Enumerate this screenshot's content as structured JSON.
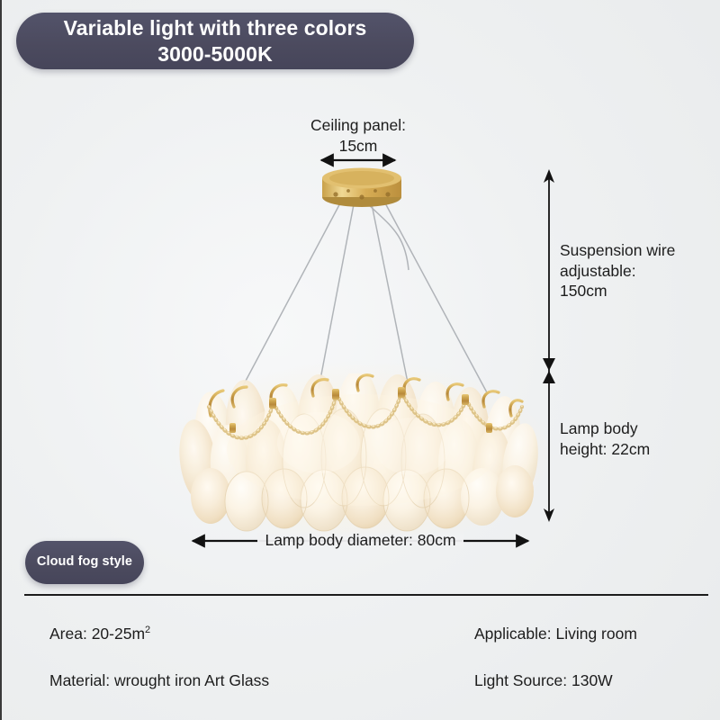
{
  "header": {
    "title_line1": "Variable light with three colors",
    "title_line2": "3000-5000K"
  },
  "style_badge": {
    "label": "Cloud fog style"
  },
  "annotations": {
    "ceiling_panel": "Ceiling panel:\n15cm",
    "suspension_wire": "Suspension wire\nadjustable:\n150cm",
    "lamp_body_height": "Lamp body\nheight: 22cm",
    "lamp_body_diameter": "Lamp body diameter:  80cm"
  },
  "specs": [
    {
      "label": "Area: 20-25m",
      "sup": "2"
    },
    {
      "label": "Applicable: Living room",
      "sup": ""
    },
    {
      "label": "Material: wrought iron Art Glass",
      "sup": ""
    },
    {
      "label": "Light Source: 130W",
      "sup": ""
    }
  ],
  "spec_cells": {
    "area": "Area: 20-25m",
    "area_sup": "2",
    "applicable": "Applicable: Living room",
    "material": "Material: wrought iron Art Glass",
    "light_source": "Light Source: 130W"
  },
  "colors": {
    "badge": "#4b4a5e",
    "background": "#eff1f2",
    "text": "#1d1d1d",
    "gold": "#c9a14a",
    "glass": "#f6e9d2",
    "line": "#1c1c1c"
  }
}
